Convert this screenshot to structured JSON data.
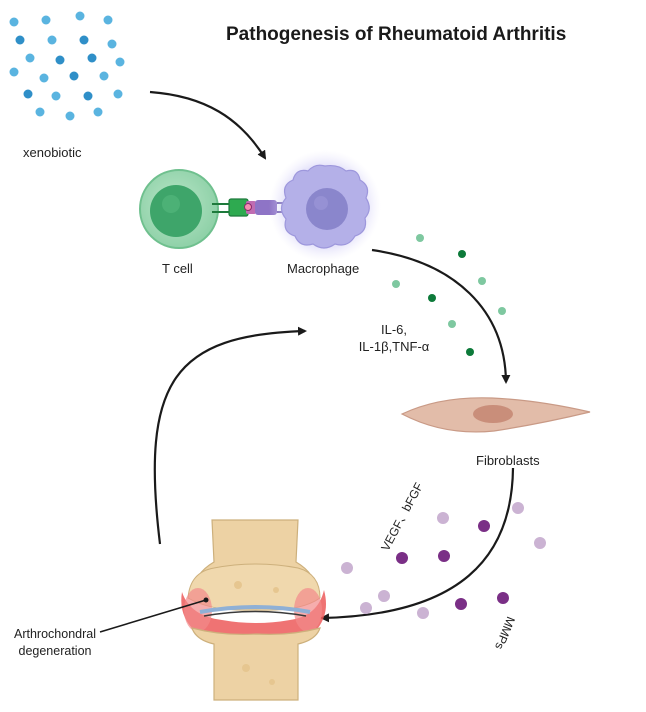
{
  "title": "Pathogenesis of Rheumatoid Arthritis",
  "labels": {
    "xenobiotic": "xenobiotic",
    "t_cell": "T cell",
    "macrophage": "Macrophage",
    "cytokines_line1": "IL-6,",
    "cytokines_line2": "IL-1β,TNF-α",
    "fibroblasts": "Fibroblasts",
    "growth_factors": "VEGF、bFGF",
    "mmps": "MMPs",
    "arthro_line1": "Arthrochondral",
    "arthro_line2": "degeneration"
  },
  "colors": {
    "xenobiotic_dots": [
      "#5ab4e0",
      "#2f8fc8"
    ],
    "t_cell": "#66c28a",
    "macrophage": "#a8a3df",
    "cytokine_dots": [
      "#0d7a3a",
      "#7ec8a0"
    ],
    "fibroblast": "#e0b7a6",
    "growth_factor_dots": [
      "#7a2f86",
      "#cbb3d3"
    ],
    "bone": "#edd2a4",
    "inflamed_joint": "#ec5a5a",
    "arrows": "#1a1a1a"
  },
  "icons": [
    "xenobiotic-particles-icon",
    "t-cell-icon",
    "macrophage-icon",
    "receptor-complex-icon",
    "cytokine-particles-icon",
    "fibroblast-icon",
    "growth-factor-particles-icon",
    "knee-joint-icon"
  ]
}
